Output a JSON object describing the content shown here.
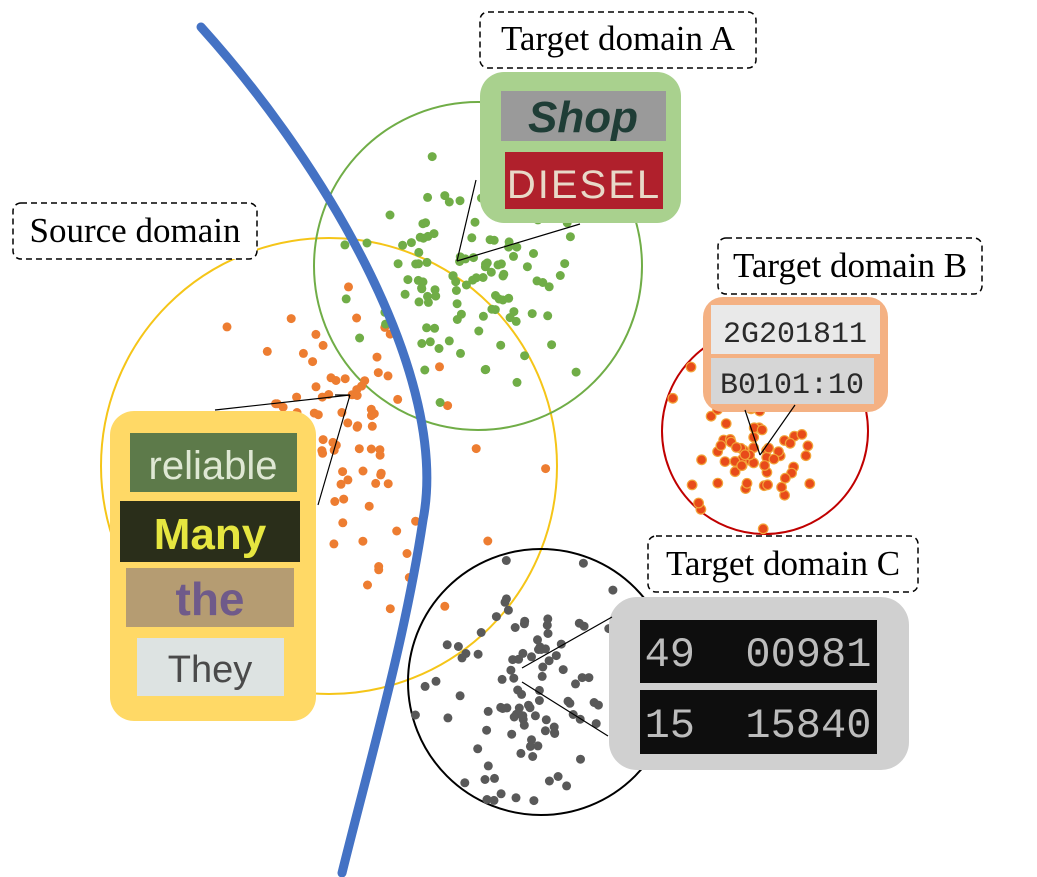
{
  "labels": {
    "source": "Source domain",
    "target_a": "Target domain A",
    "target_b": "Target domain B",
    "target_c": "Target domain C"
  },
  "sample_words": {
    "source": [
      "reliable",
      "Many",
      "the",
      "They"
    ],
    "target_a": [
      "Shop",
      "DIESEL"
    ],
    "target_b": [
      "2G201811",
      "B0101:10"
    ],
    "target_c": [
      "49  00981",
      "15  15840"
    ]
  },
  "colors": {
    "boundary": "#4472c4",
    "source_points": "#ed7d31",
    "source_circle": "#f5c518",
    "source_panel": "#ffd966",
    "target_a_points": "#70ad47",
    "target_a_circle": "#70ad47",
    "target_a_panel": "#a9d18e",
    "target_b_points": "#e84b1a",
    "target_b_circle": "#c00000",
    "target_b_panel": "#f4b183",
    "target_c_points": "#595959",
    "target_c_circle": "#000000",
    "target_c_panel": "#d0d0d0"
  }
}
